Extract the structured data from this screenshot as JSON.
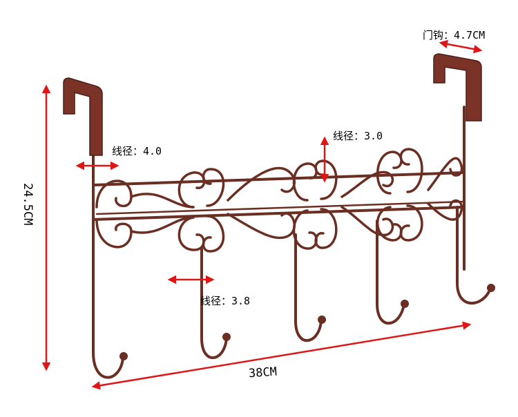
{
  "labels": {
    "door_hook": "门钩：4.7CM",
    "wire_left_top": "线径：4.0",
    "wire_right_top": "线径：3.0",
    "wire_bottom": "线径：3.8",
    "height": "24.5CM",
    "width": "38CM"
  },
  "colors": {
    "metal": "#6b2e22",
    "metal_highlight": "#b06a58",
    "arrow": "#e01515",
    "background": "#ffffff"
  }
}
